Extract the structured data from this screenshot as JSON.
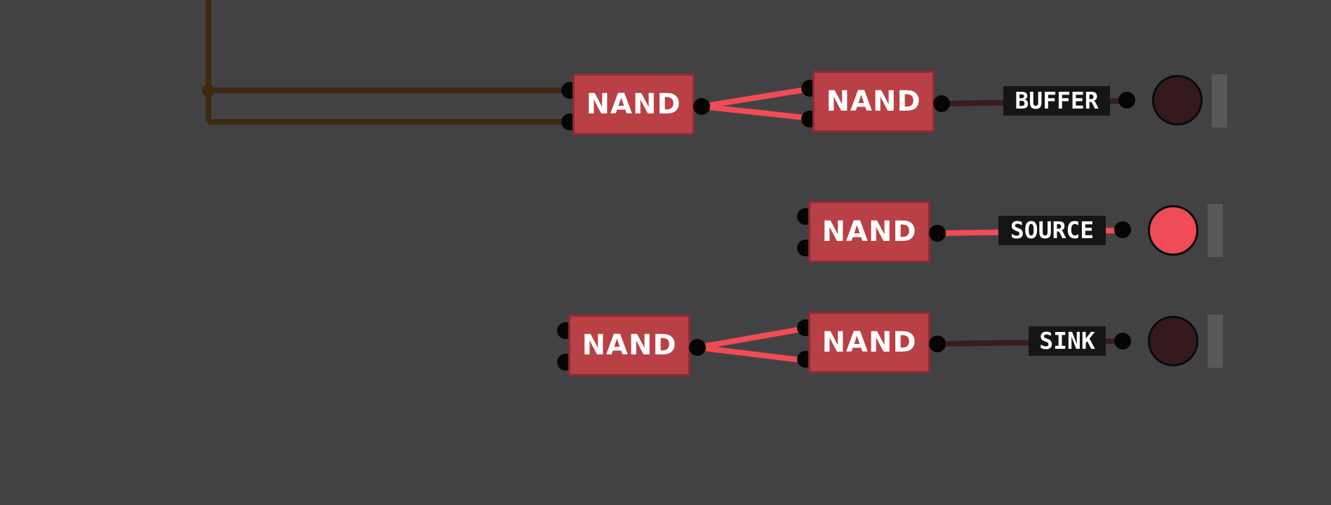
{
  "colors": {
    "background": "#424245",
    "gate_fill": "#b94045",
    "gate_border": "#8e2c31",
    "wire_high": "#f04c55",
    "wire_low": "#3a1b1e",
    "bus_wire": "#3d2a10",
    "bulb_on": "#f04c55",
    "bulb_off": "#341a1d",
    "label_bg": "#151515"
  },
  "circuit": {
    "gates": [
      {
        "label": "NAND"
      },
      {
        "label": "NAND"
      },
      {
        "label": "NAND"
      },
      {
        "label": "NAND"
      },
      {
        "label": "NAND"
      }
    ],
    "outputs": [
      {
        "label": "BUFFER",
        "state": "off"
      },
      {
        "label": "SOURCE",
        "state": "on"
      },
      {
        "label": "SINK",
        "state": "off"
      }
    ]
  }
}
